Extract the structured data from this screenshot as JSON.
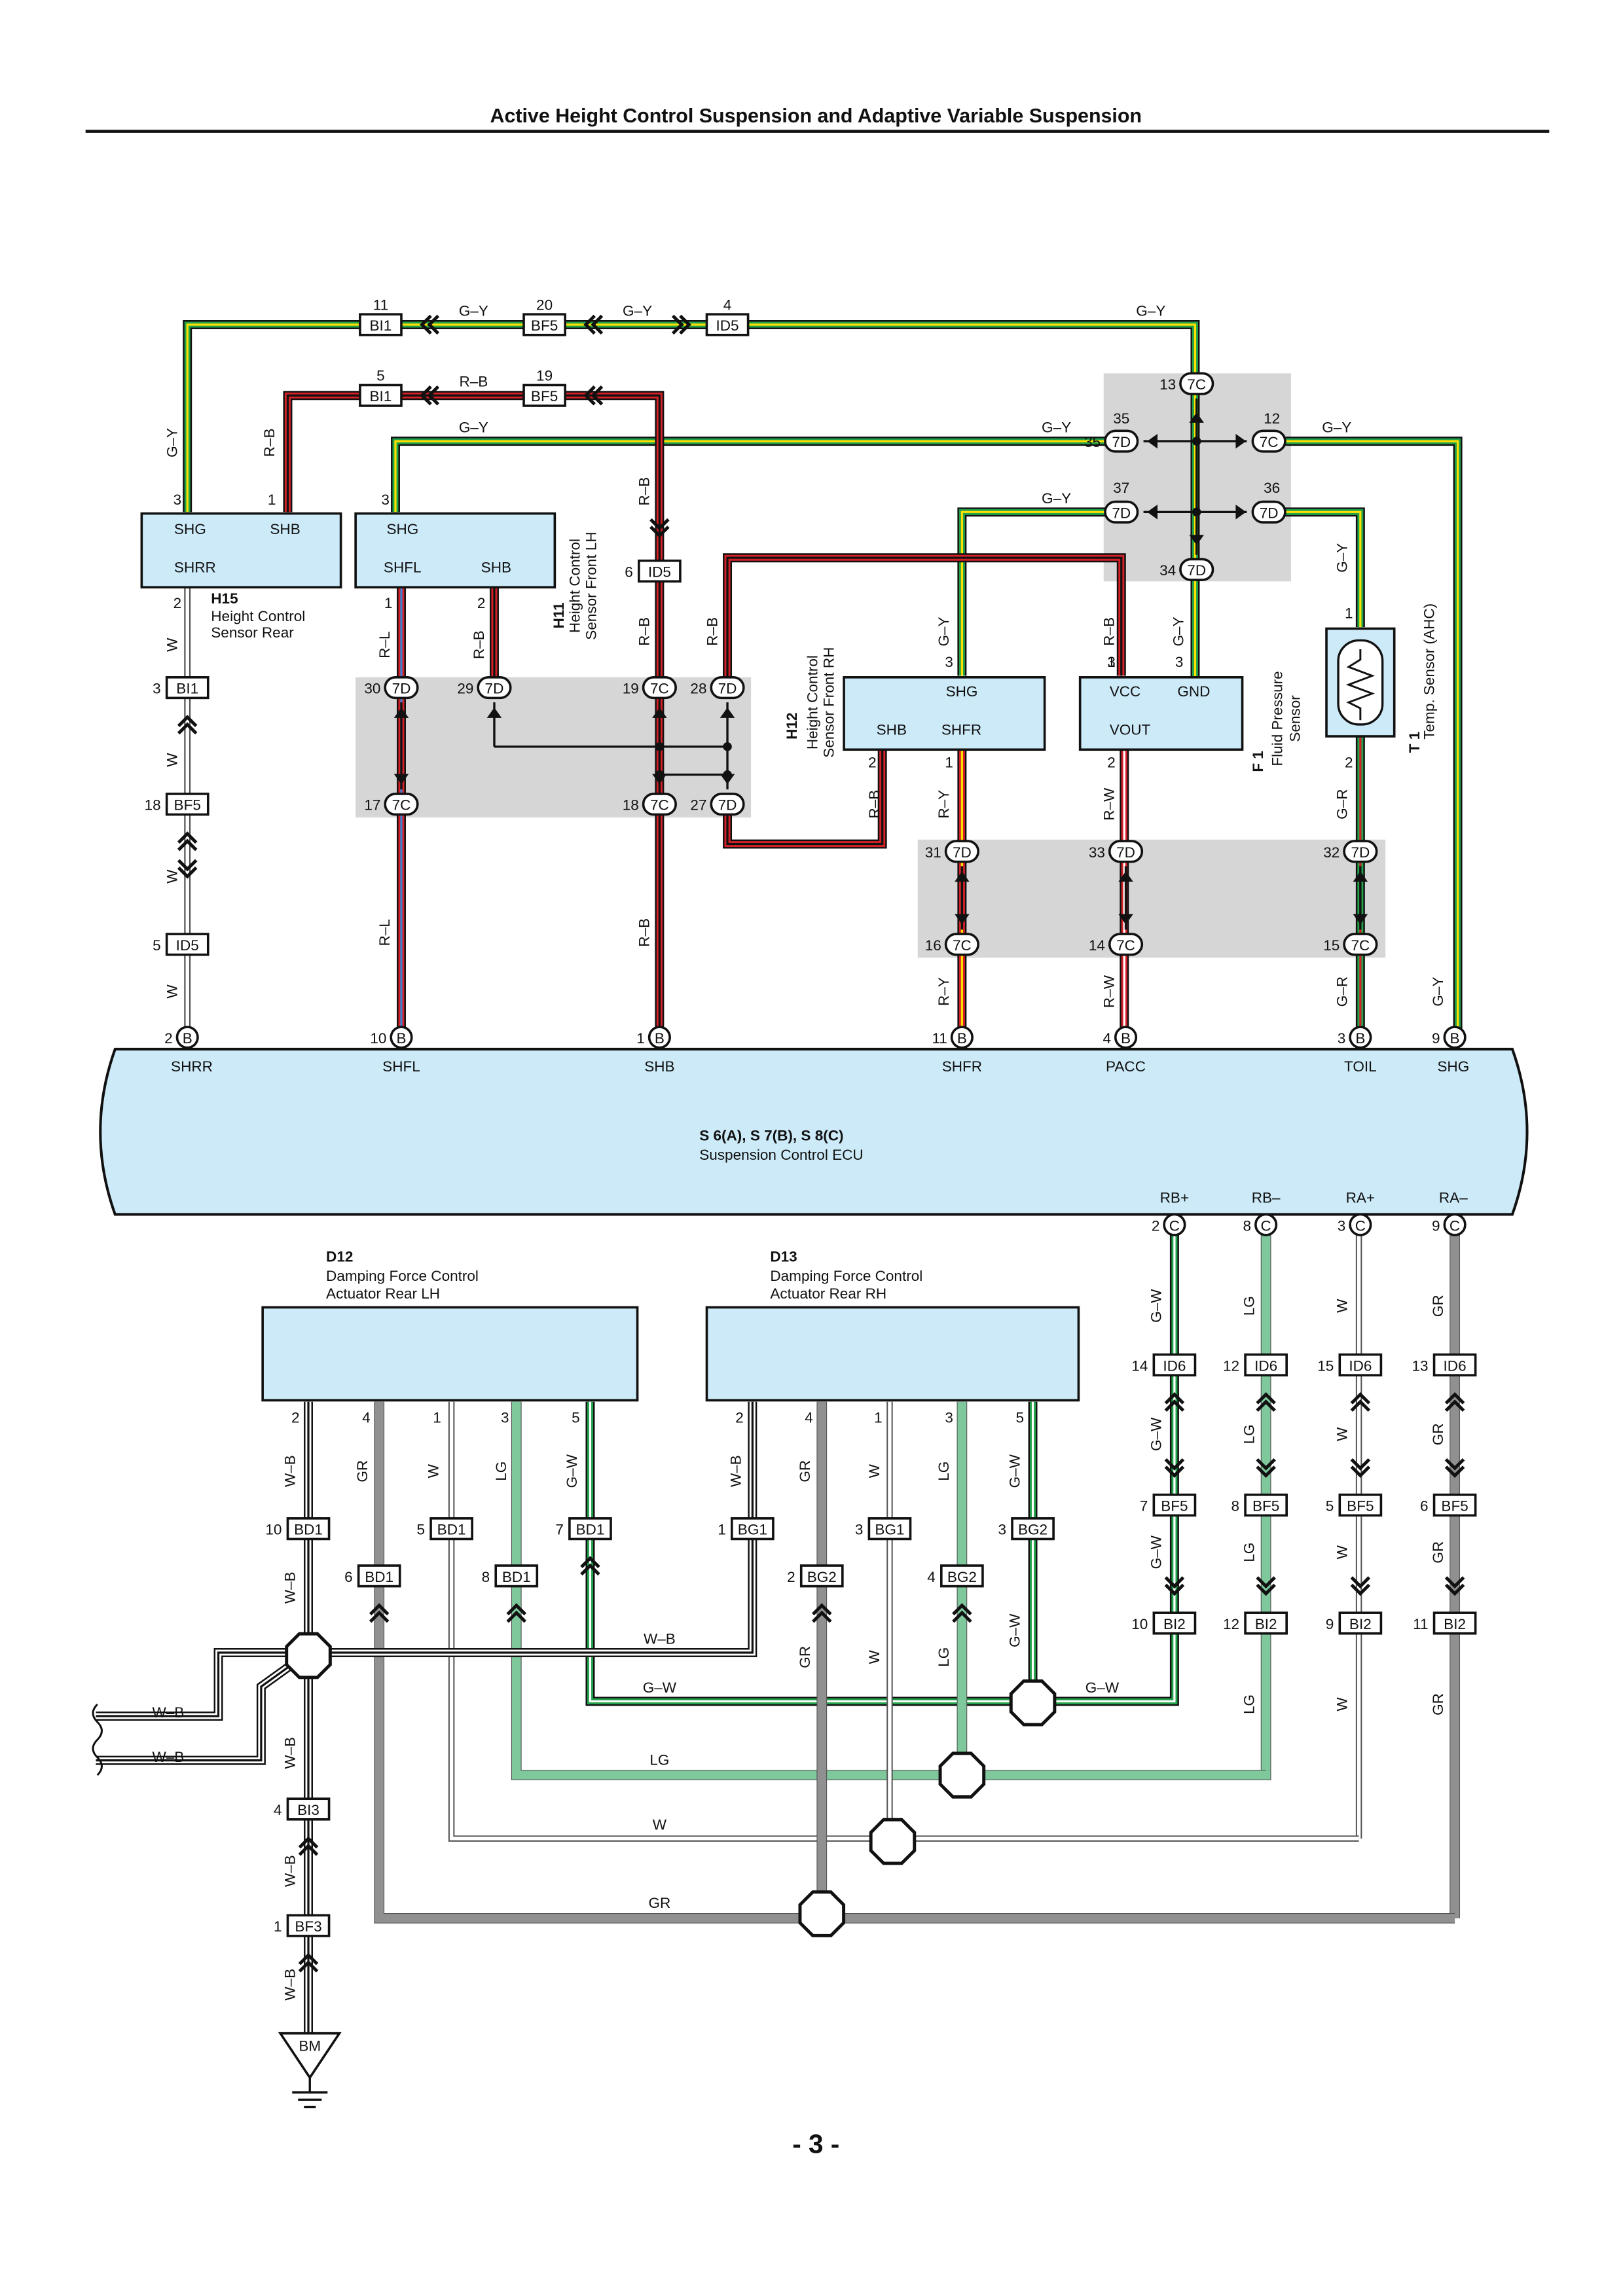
{
  "header": {
    "title": "Active Height Control Suspension and Adaptive Variable Suspension"
  },
  "footer": {
    "page": "- 3 -"
  },
  "colors": {
    "G-Y": [
      "#22a24a",
      "#ffe000"
    ],
    "R-B": [
      "#d42027",
      "#111111"
    ],
    "R-L": [
      "#d42027",
      "#3d7fd1"
    ],
    "R-Y": [
      "#d42027",
      "#ffe000"
    ],
    "R-W": [
      "#d42027",
      "#ffffff"
    ],
    "G-R": [
      "#22a24a",
      "#d42027"
    ],
    "G-W": [
      "#22a24a",
      "#ffffff"
    ],
    "W-B": [
      "#ffffff",
      "#111111"
    ],
    "W": [
      "#ffffff",
      null
    ],
    "LG": [
      "#7ec89c",
      null
    ],
    "GR": [
      "#909090",
      null
    ],
    "ecu_fill": "#cdeaf8",
    "junction_block": "#d6d6d6"
  },
  "components": [
    {
      "id": "h15",
      "code": "H15",
      "name": [
        "Height Control",
        "Sensor Rear"
      ],
      "pins": [
        "SHG",
        "SHB",
        "SHRR"
      ]
    },
    {
      "id": "h11",
      "code": "H11",
      "name": [
        "Height Control",
        "Sensor Front LH"
      ],
      "pins": [
        "SHG",
        "SHFL",
        "SHB"
      ]
    },
    {
      "id": "h12",
      "code": "H12",
      "name": [
        "Height Control",
        "Sensor Front RH"
      ],
      "pins": [
        "SHG",
        "SHB",
        "SHFR"
      ]
    },
    {
      "id": "f1",
      "code": "F 1",
      "name": [
        "Fluid Pressure",
        "Sensor"
      ],
      "pins": [
        "VCC",
        "GND",
        "VOUT"
      ]
    },
    {
      "id": "t1",
      "code": "T 1",
      "name": [
        "Temp.  Sensor (AHC)"
      ],
      "pins": []
    },
    {
      "id": "ecu",
      "code": "S 6(A), S 7(B), S 8(C)",
      "name": [
        "Suspension Control ECU"
      ],
      "pins": [
        "SHRR",
        "SHFL",
        "SHB",
        "SHFR",
        "PACC",
        "TOIL",
        "SHG",
        "RB+",
        "RB–",
        "RA+",
        "RA–"
      ]
    },
    {
      "id": "d12",
      "code": "D12",
      "name": [
        "Damping Force Control",
        "Actuator Rear LH"
      ],
      "pins": []
    },
    {
      "id": "d13",
      "code": "D13",
      "name": [
        "Damping Force Control",
        "Actuator Rear RH"
      ],
      "pins": []
    }
  ],
  "ground": {
    "label": "BM"
  },
  "connectors": [
    {
      "id": "BI1",
      "pin": "11"
    },
    {
      "id": "BF5",
      "pin": "20"
    },
    {
      "id": "ID5",
      "pin": "4"
    },
    {
      "id": "BI1",
      "pin": "5"
    },
    {
      "id": "BF5",
      "pin": "19"
    },
    {
      "id": "7C",
      "pin": "13"
    },
    {
      "id": "7D",
      "pin": "35"
    },
    {
      "id": "7C",
      "pin": "12"
    },
    {
      "id": "7D",
      "pin": "37"
    },
    {
      "id": "7D",
      "pin": "36"
    },
    {
      "id": "7D",
      "pin": "34"
    },
    {
      "id": "ID5",
      "pin": "6"
    },
    {
      "id": "BI1",
      "pin": "3"
    },
    {
      "id": "BF5",
      "pin": "18"
    },
    {
      "id": "ID5",
      "pin": "5"
    },
    {
      "id": "7D",
      "pin": "30"
    },
    {
      "id": "7D",
      "pin": "29"
    },
    {
      "id": "7C",
      "pin": "19"
    },
    {
      "id": "7D",
      "pin": "28"
    },
    {
      "id": "7C",
      "pin": "17"
    },
    {
      "id": "7C",
      "pin": "18"
    },
    {
      "id": "7D",
      "pin": "27"
    },
    {
      "id": "7D",
      "pin": "31"
    },
    {
      "id": "7D",
      "pin": "33"
    },
    {
      "id": "7D",
      "pin": "32"
    },
    {
      "id": "7C",
      "pin": "16"
    },
    {
      "id": "7C",
      "pin": "14"
    },
    {
      "id": "7C",
      "pin": "15"
    },
    {
      "id": "B",
      "pin": "2"
    },
    {
      "id": "B",
      "pin": "10"
    },
    {
      "id": "B",
      "pin": "1"
    },
    {
      "id": "B",
      "pin": "11"
    },
    {
      "id": "B",
      "pin": "4"
    },
    {
      "id": "B",
      "pin": "3"
    },
    {
      "id": "B",
      "pin": "9"
    },
    {
      "id": "C",
      "pin": "2"
    },
    {
      "id": "C",
      "pin": "8"
    },
    {
      "id": "C",
      "pin": "3"
    },
    {
      "id": "C",
      "pin": "9"
    },
    {
      "id": "ID6",
      "pin": "14"
    },
    {
      "id": "ID6",
      "pin": "12"
    },
    {
      "id": "ID6",
      "pin": "15"
    },
    {
      "id": "ID6",
      "pin": "13"
    },
    {
      "id": "BF5",
      "pin": "7"
    },
    {
      "id": "BF5",
      "pin": "8"
    },
    {
      "id": "BF5",
      "pin": "5"
    },
    {
      "id": "BF5",
      "pin": "6"
    },
    {
      "id": "BI2",
      "pin": "10"
    },
    {
      "id": "BI2",
      "pin": "12"
    },
    {
      "id": "BI2",
      "pin": "9"
    },
    {
      "id": "BI2",
      "pin": "11"
    },
    {
      "id": "BD1",
      "pin": "10"
    },
    {
      "id": "BD1",
      "pin": "5"
    },
    {
      "id": "BD1",
      "pin": "7"
    },
    {
      "id": "BD1",
      "pin": "6"
    },
    {
      "id": "BD1",
      "pin": "8"
    },
    {
      "id": "BG1",
      "pin": "1"
    },
    {
      "id": "BG1",
      "pin": "3"
    },
    {
      "id": "BG2",
      "pin": "3"
    },
    {
      "id": "BG2",
      "pin": "2"
    },
    {
      "id": "BG2",
      "pin": "4"
    },
    {
      "id": "BI3",
      "pin": "4"
    },
    {
      "id": "BF3",
      "pin": "1"
    }
  ]
}
